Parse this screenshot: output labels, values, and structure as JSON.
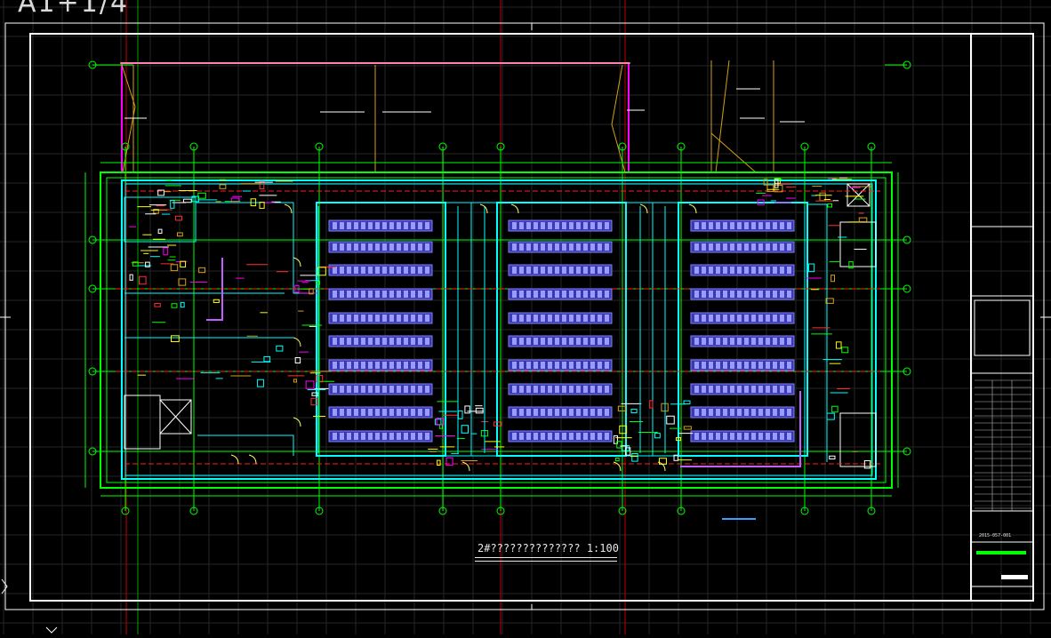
{
  "sheet": {
    "label": "A1+1/4",
    "drawing_title": "2#??????????????  1:100"
  },
  "title_block": {
    "drawing_number": "2015-057-001"
  },
  "colors": {
    "background": "#000000",
    "grid": "#2a2a2a",
    "frame": "#ffffff",
    "wall": "#00ffff",
    "axis": "#00ff00",
    "axis_center": "#ff2020",
    "boundary": "#ff00ff",
    "equipment": "#8080ff",
    "annotation": "#ffff00",
    "orange": "#d4a017"
  },
  "icons": [
    "crosshair-icon",
    "ucs-axis-icon"
  ]
}
